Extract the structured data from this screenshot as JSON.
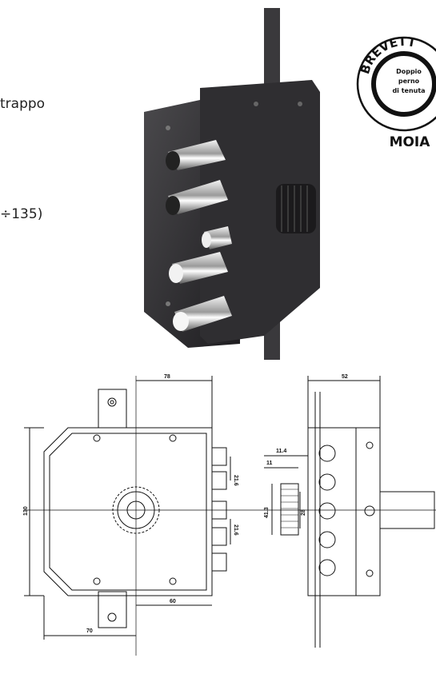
{
  "text_fragments": [
    "trappo",
    "÷135)"
  ],
  "seal": {
    "top_text": "BREVETT",
    "center_lines": [
      "Doppio",
      "perno",
      "di tenuta"
    ],
    "bottom_text": "MOIA"
  },
  "dimensions": {
    "top_width": "78",
    "height": "130",
    "bolt_spacing_top": "21.6",
    "bolt_spacing_bottom": "21.6",
    "spindle_offset": "60",
    "backset": "70",
    "side_depth": "52",
    "knob_offset": "11.4",
    "knob_thickness": "11",
    "knob_height": "41.3",
    "knob_diameter": "28"
  },
  "colors": {
    "lock_body": "#2b2a2c",
    "chrome": "#dcdcdc",
    "line": "#111111"
  }
}
